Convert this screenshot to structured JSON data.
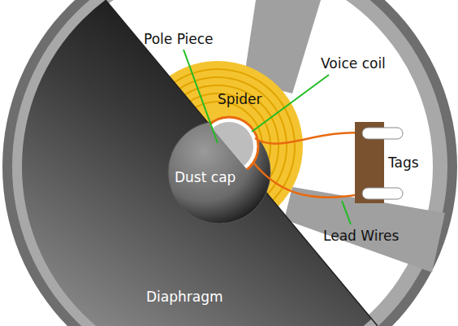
{
  "diagram": {
    "labels": [
      "Pole Piece",
      "Voice coil",
      "Spider",
      "Tags",
      "Dust cap",
      "Lead Wires",
      "Diaphragm"
    ]
  }
}
